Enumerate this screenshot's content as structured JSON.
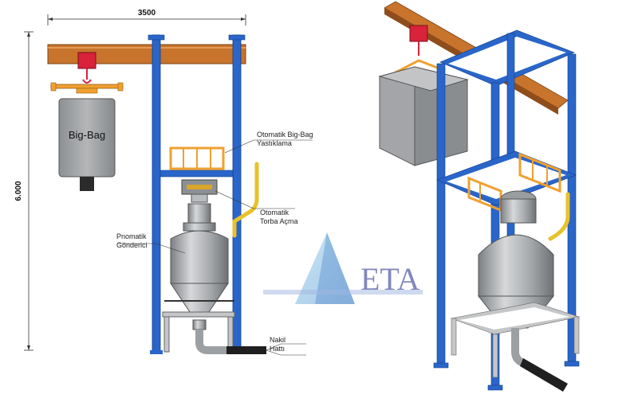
{
  "dimensions": {
    "width": "3500",
    "height": "6.000"
  },
  "labels": {
    "big_bag": "Big-Bag",
    "squeezing_line1": "Otomatik Big-Bag",
    "squeezing_line2": "Yastıklama",
    "opening_line1": "Otomatik",
    "opening_line2": "Torba Açma",
    "sender_line1": "Pnomatik",
    "sender_line2": "Gönderici",
    "line_line1": "Nakil",
    "line_line2": "Hattı"
  },
  "logo": {
    "text": "ETA"
  },
  "colors": {
    "frame": "#2a66c9",
    "beam": "#c8742c",
    "hoist": "#d8233a",
    "rail": "#f0a030",
    "pipe": "#e8c22a",
    "vessel": "#a8aaad",
    "bag": "#9a9c9f"
  },
  "icons": [
    "crane-beam",
    "hoist-icon",
    "big-bag-icon",
    "pneumatic-vessel-icon",
    "eta-logo"
  ]
}
